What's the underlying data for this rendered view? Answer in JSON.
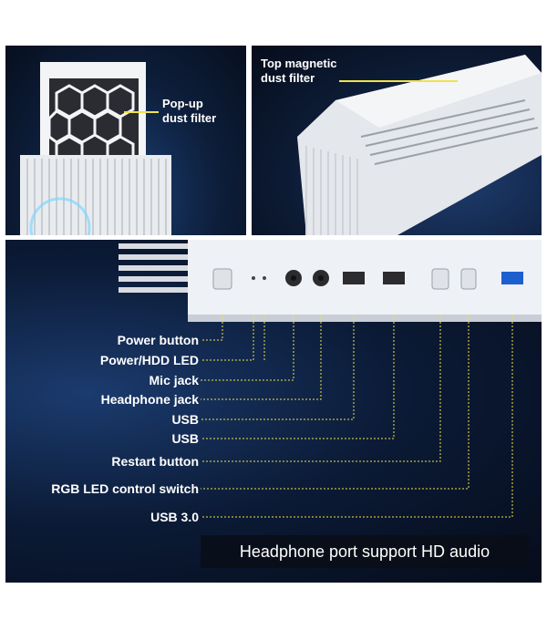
{
  "callouts": {
    "popup_filter": [
      "Pop-up",
      "dust filter"
    ],
    "top_filter": [
      "Top magnetic",
      "dust filter"
    ]
  },
  "ports": [
    {
      "label": "Power button"
    },
    {
      "label": "Power/HDD LED"
    },
    {
      "label": "Mic jack"
    },
    {
      "label": "Headphone jack"
    },
    {
      "label": "USB"
    },
    {
      "label": "USB"
    },
    {
      "label": "Restart button"
    },
    {
      "label": "RGB LED control switch"
    },
    {
      "label": "USB 3.0"
    }
  ],
  "caption": "Headphone port support HD audio",
  "colors": {
    "accent_line": "#f1e34a",
    "background_dark": "#0b1a35",
    "case_white": "#eef1f5"
  },
  "icons": [
    "power-icon",
    "led-icon",
    "mic-icon",
    "headphone-icon",
    "usb-icon",
    "usb-icon",
    "restart-icon",
    "rgb-switch-icon",
    "usb3-icon"
  ]
}
